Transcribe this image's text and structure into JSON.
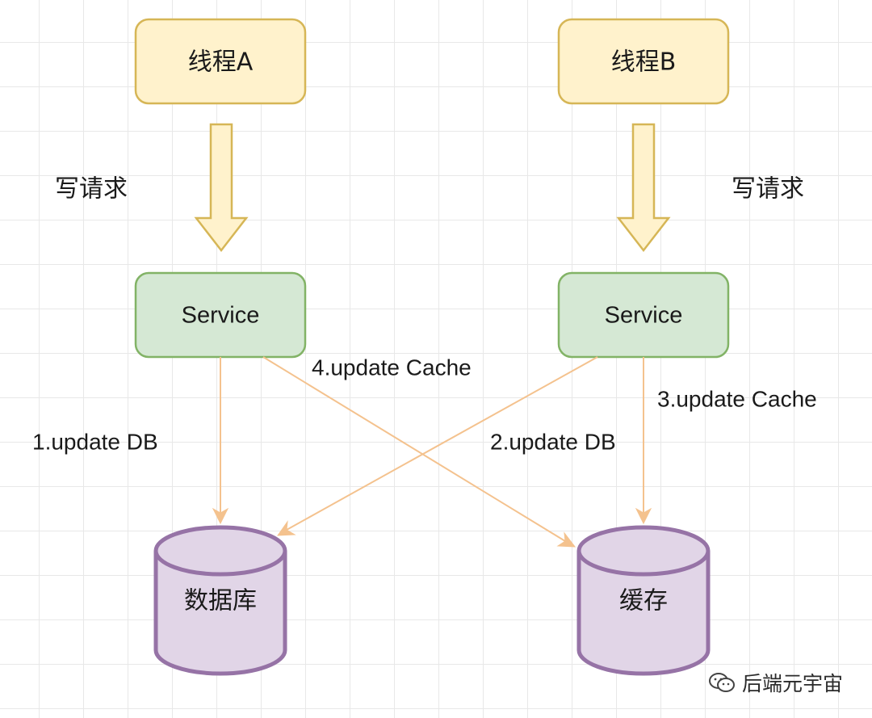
{
  "threads": [
    {
      "id": "A",
      "label": "线程A"
    },
    {
      "id": "B",
      "label": "线程B"
    }
  ],
  "request_label_left": "写请求",
  "request_label_right": "写请求",
  "services": [
    {
      "id": "svcA",
      "label": "Service"
    },
    {
      "id": "svcB",
      "label": "Service"
    }
  ],
  "stores": [
    {
      "id": "db",
      "label": "数据库"
    },
    {
      "id": "cache",
      "label": "缓存"
    }
  ],
  "edges": [
    {
      "id": "e1",
      "label": "1.update DB"
    },
    {
      "id": "e2",
      "label": "2.update DB"
    },
    {
      "id": "e3",
      "label": "3.update Cache"
    },
    {
      "id": "e4",
      "label": "4.update Cache"
    }
  ],
  "watermark": {
    "text": "后端元宇宙"
  },
  "colors": {
    "thread_fill": "#fff2cc",
    "thread_stroke": "#d6b656",
    "service_fill": "#d5e8d4",
    "service_stroke": "#82b366",
    "store_fill": "#e1d5e7",
    "store_stroke": "#9673a6",
    "edge": "#f4c28e",
    "grid": "#e8e8e8"
  }
}
